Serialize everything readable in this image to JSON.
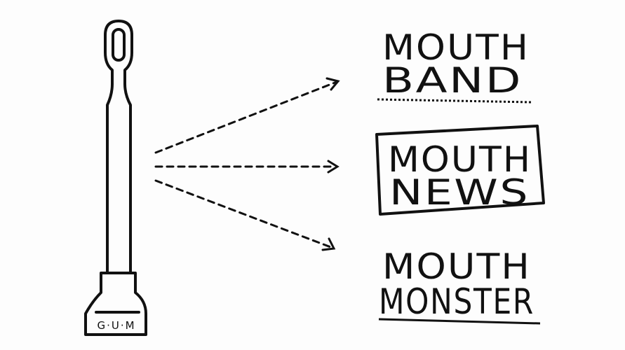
{
  "toothbrush": {
    "brand_label": "G·U·M"
  },
  "names": [
    {
      "line1": "MOUTH",
      "line2": "BAND",
      "style": "dotted-underline"
    },
    {
      "line1": "MOUTH",
      "line2": "NEWS",
      "style": "boxed"
    },
    {
      "line1": "MOUTH",
      "line2": "MONSTER",
      "style": "solid-underline"
    }
  ],
  "colors": {
    "ink": "#111111",
    "paper": "#fdfdfd"
  }
}
